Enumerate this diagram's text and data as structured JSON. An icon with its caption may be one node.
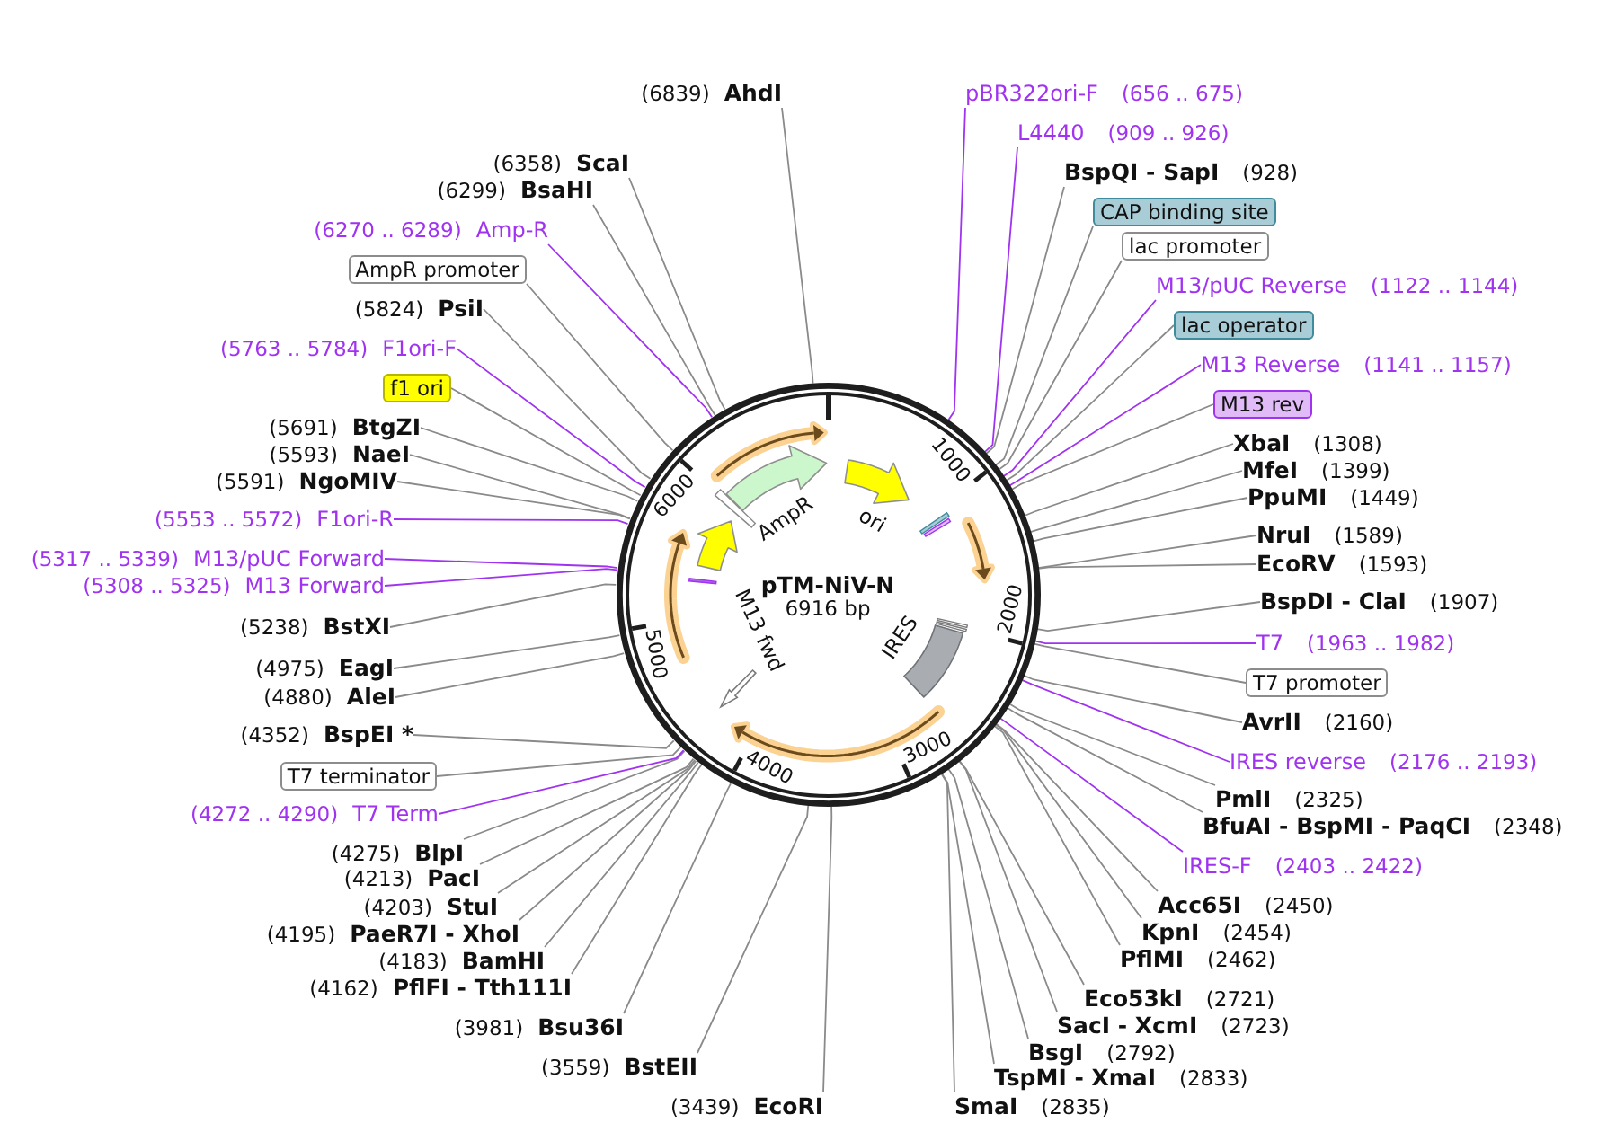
{
  "diagram": {
    "nodes": [
      {
        "text": [
          "pTM-NiV-N",
          "6916 bp"
        ]
      },
      {
        "text": [
          "ori"
        ],
        "in": 0
      },
      {
        "text": [],
        "shape": "arrow",
        "in": 0
      },
      {
        "text": [
          "IRES"
        ],
        "in": 0
      },
      {
        "text": [],
        "shape": "arrow",
        "in": 0
      },
      {
        "text": [
          "M13 fwd"
        ],
        "in": 0
      },
      {
        "text": [],
        "shape": "arrow",
        "in": 0
      },
      {
        "text": [],
        "shape": "arrow",
        "in": 0
      },
      {
        "text": [
          "AmpR"
        ],
        "in": 0
      },
      {
        "text": [],
        "shape": "arrow",
        "in": 0
      },
      {
        "text": [
          "pBR322ori-F",
          "(656 .. 675)"
        ]
      },
      {
        "text": [
          "L4440",
          "(909 .. 926)"
        ]
      },
      {
        "text": [
          "BspQI - SapI",
          "(928)"
        ]
      },
      {
        "text": [
          "CAP binding site"
        ]
      },
      {
        "text": [
          "lac promoter"
        ]
      },
      {
        "text": [
          "M13/pUC Reverse",
          "(1122 .. 1144)"
        ]
      },
      {
        "text": [
          "lac operator"
        ]
      },
      {
        "text": [
          "M13 Reverse",
          "(1141 .. 1157)"
        ]
      },
      {
        "text": [
          "M13 rev"
        ]
      },
      {
        "text": [
          "XbaI",
          "(1308)"
        ]
      },
      {
        "text": [
          "MfeI",
          "(1399)"
        ]
      },
      {
        "text": [
          "PpuMI",
          "(1449)"
        ]
      },
      {
        "text": [
          "NruI",
          "(1589)"
        ]
      },
      {
        "text": [
          "EcoRV",
          "(1593)"
        ]
      },
      {
        "text": [
          "BspDI - ClaI",
          "(1907)"
        ]
      },
      {
        "text": [
          "T7",
          "(1963 .. 1982)"
        ]
      },
      {
        "text": [
          "T7 promoter"
        ]
      },
      {
        "text": [
          "AvrII",
          "(2160)"
        ]
      },
      {
        "text": [
          "IRES reverse",
          "(2176 .. 2193)"
        ]
      },
      {
        "text": [
          "PmlI",
          "(2325)"
        ]
      },
      {
        "text": [
          "BfuAI - BspMI - PaqCI",
          "(2348)"
        ]
      },
      {
        "text": [
          "IRES-F",
          "(2403 .. 2422)"
        ]
      },
      {
        "text": [
          "Acc65I",
          "(2450)"
        ]
      },
      {
        "text": [
          "KpnI",
          "(2454)"
        ]
      },
      {
        "text": [
          "PflMI",
          "(2462)"
        ]
      },
      {
        "text": [
          "Eco53kI",
          "(2721)"
        ]
      },
      {
        "text": [
          "SacI - XcmI",
          "(2723)"
        ]
      },
      {
        "text": [
          "BsgI",
          "(2792)"
        ]
      },
      {
        "text": [
          "TspMI - XmaI",
          "(2833)"
        ]
      },
      {
        "text": [
          "SmaI",
          "(2835)"
        ]
      },
      {
        "text": [
          "(3439)",
          "EcoRI"
        ]
      },
      {
        "text": [
          "(3559)",
          "BstEII"
        ]
      },
      {
        "text": [
          "(3981)",
          "Bsu36I"
        ]
      },
      {
        "text": [
          "(4162)",
          "PflFI - Tth111I"
        ]
      },
      {
        "text": [
          "(4183)",
          "BamHI"
        ]
      },
      {
        "text": [
          "(4195)",
          "PaeR7I - XhoI"
        ]
      },
      {
        "text": [
          "(4203)",
          "StuI"
        ]
      },
      {
        "text": [
          "(4213)",
          "PacI"
        ]
      },
      {
        "text": [
          "(4275)",
          "BlpI"
        ]
      },
      {
        "text": [
          "(4272 .. 4290)",
          "T7 Term"
        ]
      },
      {
        "text": [
          "T7 terminator"
        ]
      },
      {
        "text": [
          "(4352)",
          "BspEI *"
        ]
      },
      {
        "text": [
          "(4880)",
          "AleI"
        ]
      },
      {
        "text": [
          "(4975)",
          "EagI"
        ]
      },
      {
        "text": [
          "(5238)",
          "BstXI"
        ]
      },
      {
        "text": [
          "(5308 .. 5325)",
          "M13 Forward"
        ]
      },
      {
        "text": [
          "(5317 .. 5339)",
          "M13/pUC Forward"
        ]
      },
      {
        "text": [
          "(5553 .. 5572)",
          "F1ori-R"
        ]
      },
      {
        "text": [
          "(5591)",
          "NgoMIV"
        ]
      },
      {
        "text": [
          "(5593)",
          "NaeI"
        ]
      },
      {
        "text": [
          "(5691)",
          "BtgZI"
        ]
      },
      {
        "text": [
          "f1 ori"
        ]
      },
      {
        "text": [
          "(5763 .. 5784)",
          "F1ori-F"
        ]
      },
      {
        "text": [
          "(5824)",
          "PsiI"
        ]
      },
      {
        "text": [
          "AmpR promoter"
        ]
      },
      {
        "text": [
          "(6270 .. 6289)",
          "Amp-R"
        ]
      },
      {
        "text": [
          "(6299)",
          "BsaHI"
        ]
      },
      {
        "text": [
          "(6358)",
          "ScaI"
        ]
      },
      {
        "text": [
          "(6839)",
          "AhdI"
        ]
      }
    ],
    "edges": [
      {
        "from": 10,
        "to": 0,
        "arrow": "none",
        "color": "#a033f0"
      },
      {
        "from": 11,
        "to": 0,
        "arrow": "none",
        "color": "#a033f0"
      },
      {
        "from": 12,
        "to": 0,
        "arrow": "none"
      },
      {
        "from": 13,
        "to": 0,
        "arrow": "none"
      },
      {
        "from": 14,
        "to": 0,
        "arrow": "none"
      },
      {
        "from": 15,
        "to": 0,
        "arrow": "none",
        "color": "#a033f0"
      },
      {
        "from": 16,
        "to": 0,
        "arrow": "none"
      },
      {
        "from": 17,
        "to": 0,
        "arrow": "none",
        "color": "#a033f0"
      },
      {
        "from": 18,
        "to": 0,
        "arrow": "none"
      },
      {
        "from": 19,
        "to": 0,
        "arrow": "none"
      },
      {
        "from": 20,
        "to": 0,
        "arrow": "none"
      },
      {
        "from": 21,
        "to": 0,
        "arrow": "none"
      },
      {
        "from": 22,
        "to": 0,
        "arrow": "none"
      },
      {
        "from": 23,
        "to": 0,
        "arrow": "none"
      },
      {
        "from": 24,
        "to": 0,
        "arrow": "none"
      },
      {
        "from": 25,
        "to": 0,
        "arrow": "none",
        "color": "#a033f0"
      },
      {
        "from": 26,
        "to": 0,
        "arrow": "none"
      },
      {
        "from": 27,
        "to": 0,
        "arrow": "none"
      },
      {
        "from": 28,
        "to": 0,
        "arrow": "none",
        "color": "#a033f0"
      },
      {
        "from": 29,
        "to": 0,
        "arrow": "none"
      },
      {
        "from": 30,
        "to": 0,
        "arrow": "none"
      },
      {
        "from": 31,
        "to": 0,
        "arrow": "none",
        "color": "#a033f0"
      },
      {
        "from": 32,
        "to": 0,
        "arrow": "none"
      },
      {
        "from": 33,
        "to": 0,
        "arrow": "none"
      },
      {
        "from": 34,
        "to": 0,
        "arrow": "none"
      },
      {
        "from": 35,
        "to": 0,
        "arrow": "none"
      },
      {
        "from": 36,
        "to": 0,
        "arrow": "none"
      },
      {
        "from": 37,
        "to": 0,
        "arrow": "none"
      },
      {
        "from": 38,
        "to": 0,
        "arrow": "none"
      },
      {
        "from": 39,
        "to": 0,
        "arrow": "none"
      },
      {
        "from": 40,
        "to": 0,
        "arrow": "none"
      },
      {
        "from": 41,
        "to": 0,
        "arrow": "none"
      },
      {
        "from": 42,
        "to": 0,
        "arrow": "none"
      },
      {
        "from": 43,
        "to": 0,
        "arrow": "none"
      },
      {
        "from": 44,
        "to": 0,
        "arrow": "none"
      },
      {
        "from": 45,
        "to": 0,
        "arrow": "none"
      },
      {
        "from": 46,
        "to": 0,
        "arrow": "none"
      },
      {
        "from": 47,
        "to": 0,
        "arrow": "none"
      },
      {
        "from": 48,
        "to": 0,
        "arrow": "none"
      },
      {
        "from": 49,
        "to": 0,
        "arrow": "none",
        "color": "#a033f0"
      },
      {
        "from": 50,
        "to": 0,
        "arrow": "none"
      },
      {
        "from": 51,
        "to": 0,
        "arrow": "none"
      },
      {
        "from": 52,
        "to": 0,
        "arrow": "none"
      },
      {
        "from": 53,
        "to": 0,
        "arrow": "none"
      },
      {
        "from": 54,
        "to": 0,
        "arrow": "none"
      },
      {
        "from": 55,
        "to": 0,
        "arrow": "none",
        "color": "#a033f0"
      },
      {
        "from": 56,
        "to": 0,
        "arrow": "none",
        "color": "#a033f0"
      },
      {
        "from": 57,
        "to": 0,
        "arrow": "none",
        "color": "#a033f0"
      },
      {
        "from": 58,
        "to": 0,
        "arrow": "none"
      },
      {
        "from": 59,
        "to": 0,
        "arrow": "none"
      },
      {
        "from": 60,
        "to": 0,
        "arrow": "none"
      },
      {
        "from": 61,
        "to": 0,
        "arrow": "none"
      },
      {
        "from": 62,
        "to": 0,
        "arrow": "none",
        "color": "#a033f0"
      },
      {
        "from": 63,
        "to": 0,
        "arrow": "none"
      },
      {
        "from": 64,
        "to": 0,
        "arrow": "none"
      },
      {
        "from": 65,
        "to": 0,
        "arrow": "none",
        "color": "#a033f0"
      },
      {
        "from": 66,
        "to": 0,
        "arrow": "none"
      },
      {
        "from": 67,
        "to": 0,
        "arrow": "none"
      },
      {
        "from": 68,
        "to": 0,
        "arrow": "none"
      }
    ],
    "labels": [
      "1000",
      "2000",
      "3000",
      "4000",
      "5000",
      "6000"
    ]
  }
}
